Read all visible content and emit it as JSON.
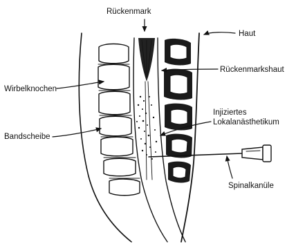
{
  "diagram": {
    "labels": {
      "spinal_cord": "Rückenmark",
      "skin": "Haut",
      "vertebra": "Wirbelknochen",
      "dura": "Rückenmarkshaut",
      "disc": "Bandscheibe",
      "anesthetic_line1": "Injiziertes",
      "anesthetic_line2": "Lokalanästhetikum",
      "needle": "Spinalkanüle"
    },
    "colors": {
      "ink": "#111111",
      "background": "#ffffff"
    }
  }
}
